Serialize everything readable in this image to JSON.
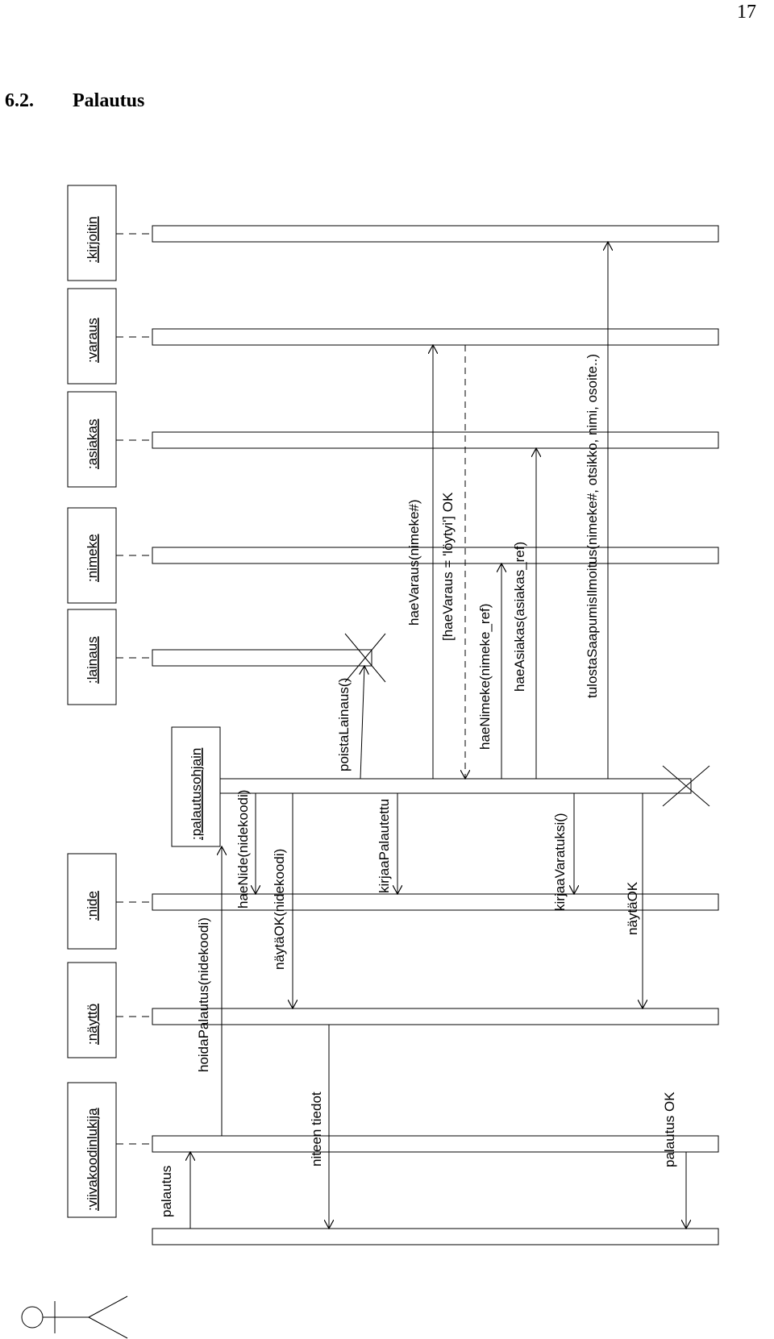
{
  "page_number": "17",
  "section": {
    "number": "6.2.",
    "title": "Palautus"
  },
  "objects": {
    "actor": "",
    "viivakoodinlukija": ":viivakoodinlukija",
    "naytto": ":näyttö",
    "nide": ":nide",
    "palautusohjain": ":palautusohjain",
    "lainaus": ":lainaus",
    "nimeke": ":nimeke",
    "asiakas": ":asiakas",
    "varaus": ":varaus",
    "kirjoitin": ":kirjoitin"
  },
  "messages": {
    "palautus": "palautus",
    "hoidaPalautus": "hoidaPalautus(nidekoodi)",
    "niteenTiedot": "niteen tiedot",
    "haeNide": "haeNide(nidekoodi)",
    "naytaOKNidekoodi": "näytäOK(nidekoodi)",
    "poistaLainaus": "poistaLainaus()",
    "kirjaaPalautettu": "kirjaaPalautettu",
    "haeVaraus": "haeVaraus(nimeke#)",
    "haeVarausReturn": "[haeVaraus = 'löytyi'] OK",
    "haeNimeke": "haeNimeke(nimeke_ref)",
    "haeAsiakas": "haeAsiakas(asiakas_ref)",
    "tulostaSaapumisIlmoitus": "tulostaSaapumisIlmoitus(nimeke#, otsikko, nimi, osoite..)",
    "kirjaaVaratuksi": "kirjaaVaratuksi()",
    "naytaOK": "näytäOK",
    "palautusOK": "palautus OK"
  }
}
